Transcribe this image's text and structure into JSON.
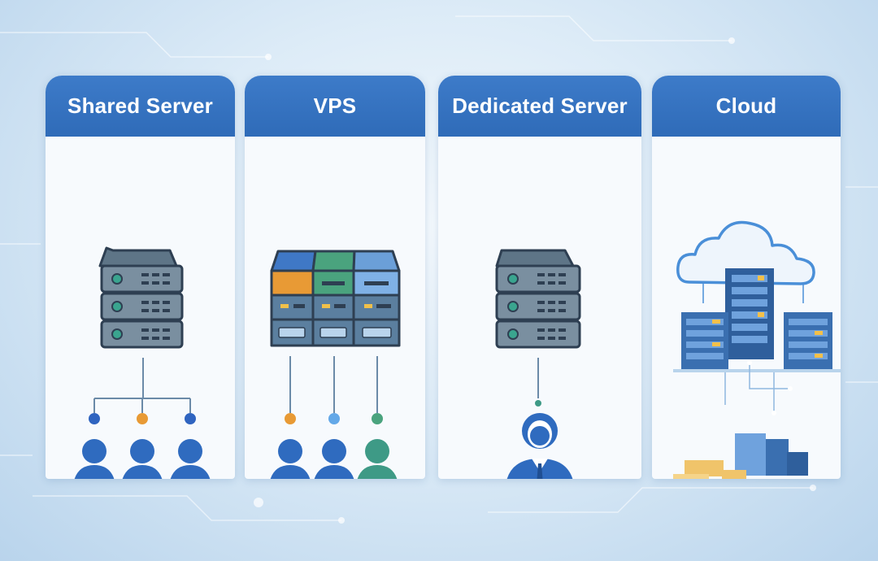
{
  "cards": [
    {
      "title": "Shared Server"
    },
    {
      "title": "VPS"
    },
    {
      "title": "Dedicated Server"
    },
    {
      "title": "Cloud"
    }
  ],
  "colors": {
    "header": "#3572c0",
    "server_body": "#6e8596",
    "server_outline": "#2e3f52",
    "user_blue": "#2f6bbf",
    "user_green": "#3e9a86",
    "accent_orange": "#e89a35",
    "accent_green": "#4aa37e",
    "accent_light_blue": "#63a8e8"
  }
}
